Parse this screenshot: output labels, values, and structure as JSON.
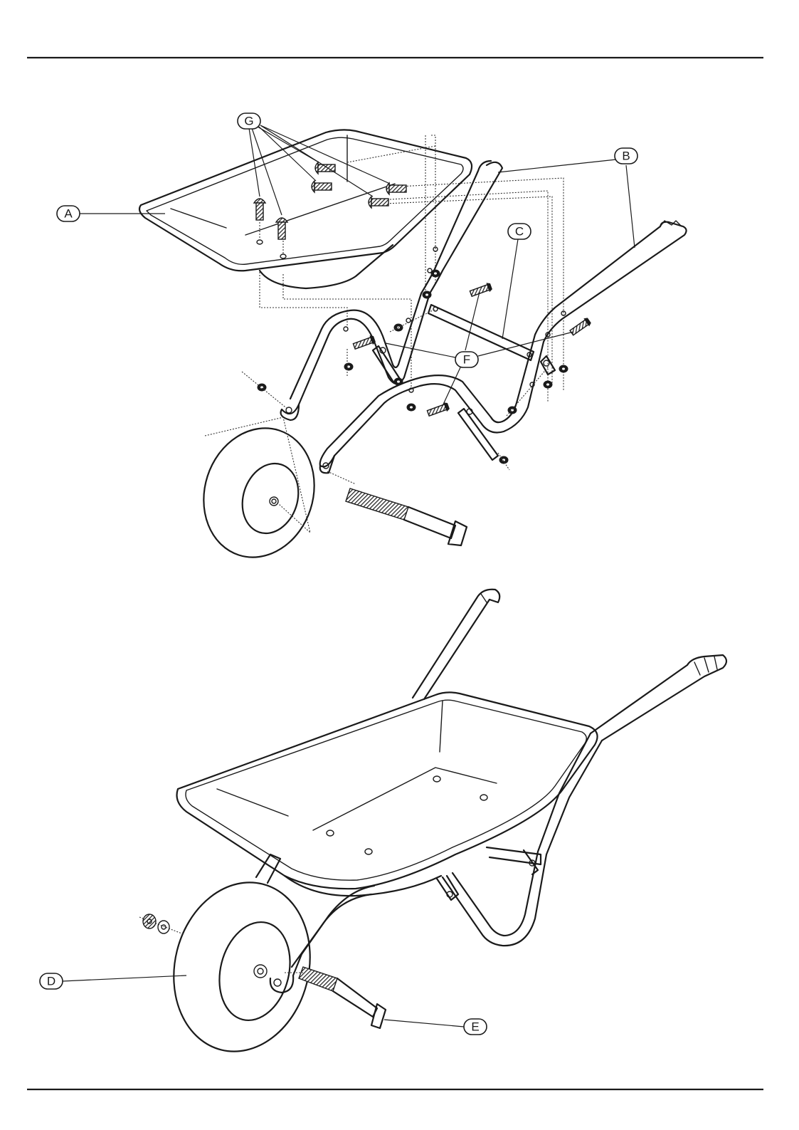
{
  "labels": {
    "A": "A",
    "B": "B",
    "C": "C",
    "D": "D",
    "E": "E",
    "F": "F",
    "G": "G"
  },
  "colors": {
    "ink": "#1a1a1a",
    "paper": "#ffffff"
  }
}
